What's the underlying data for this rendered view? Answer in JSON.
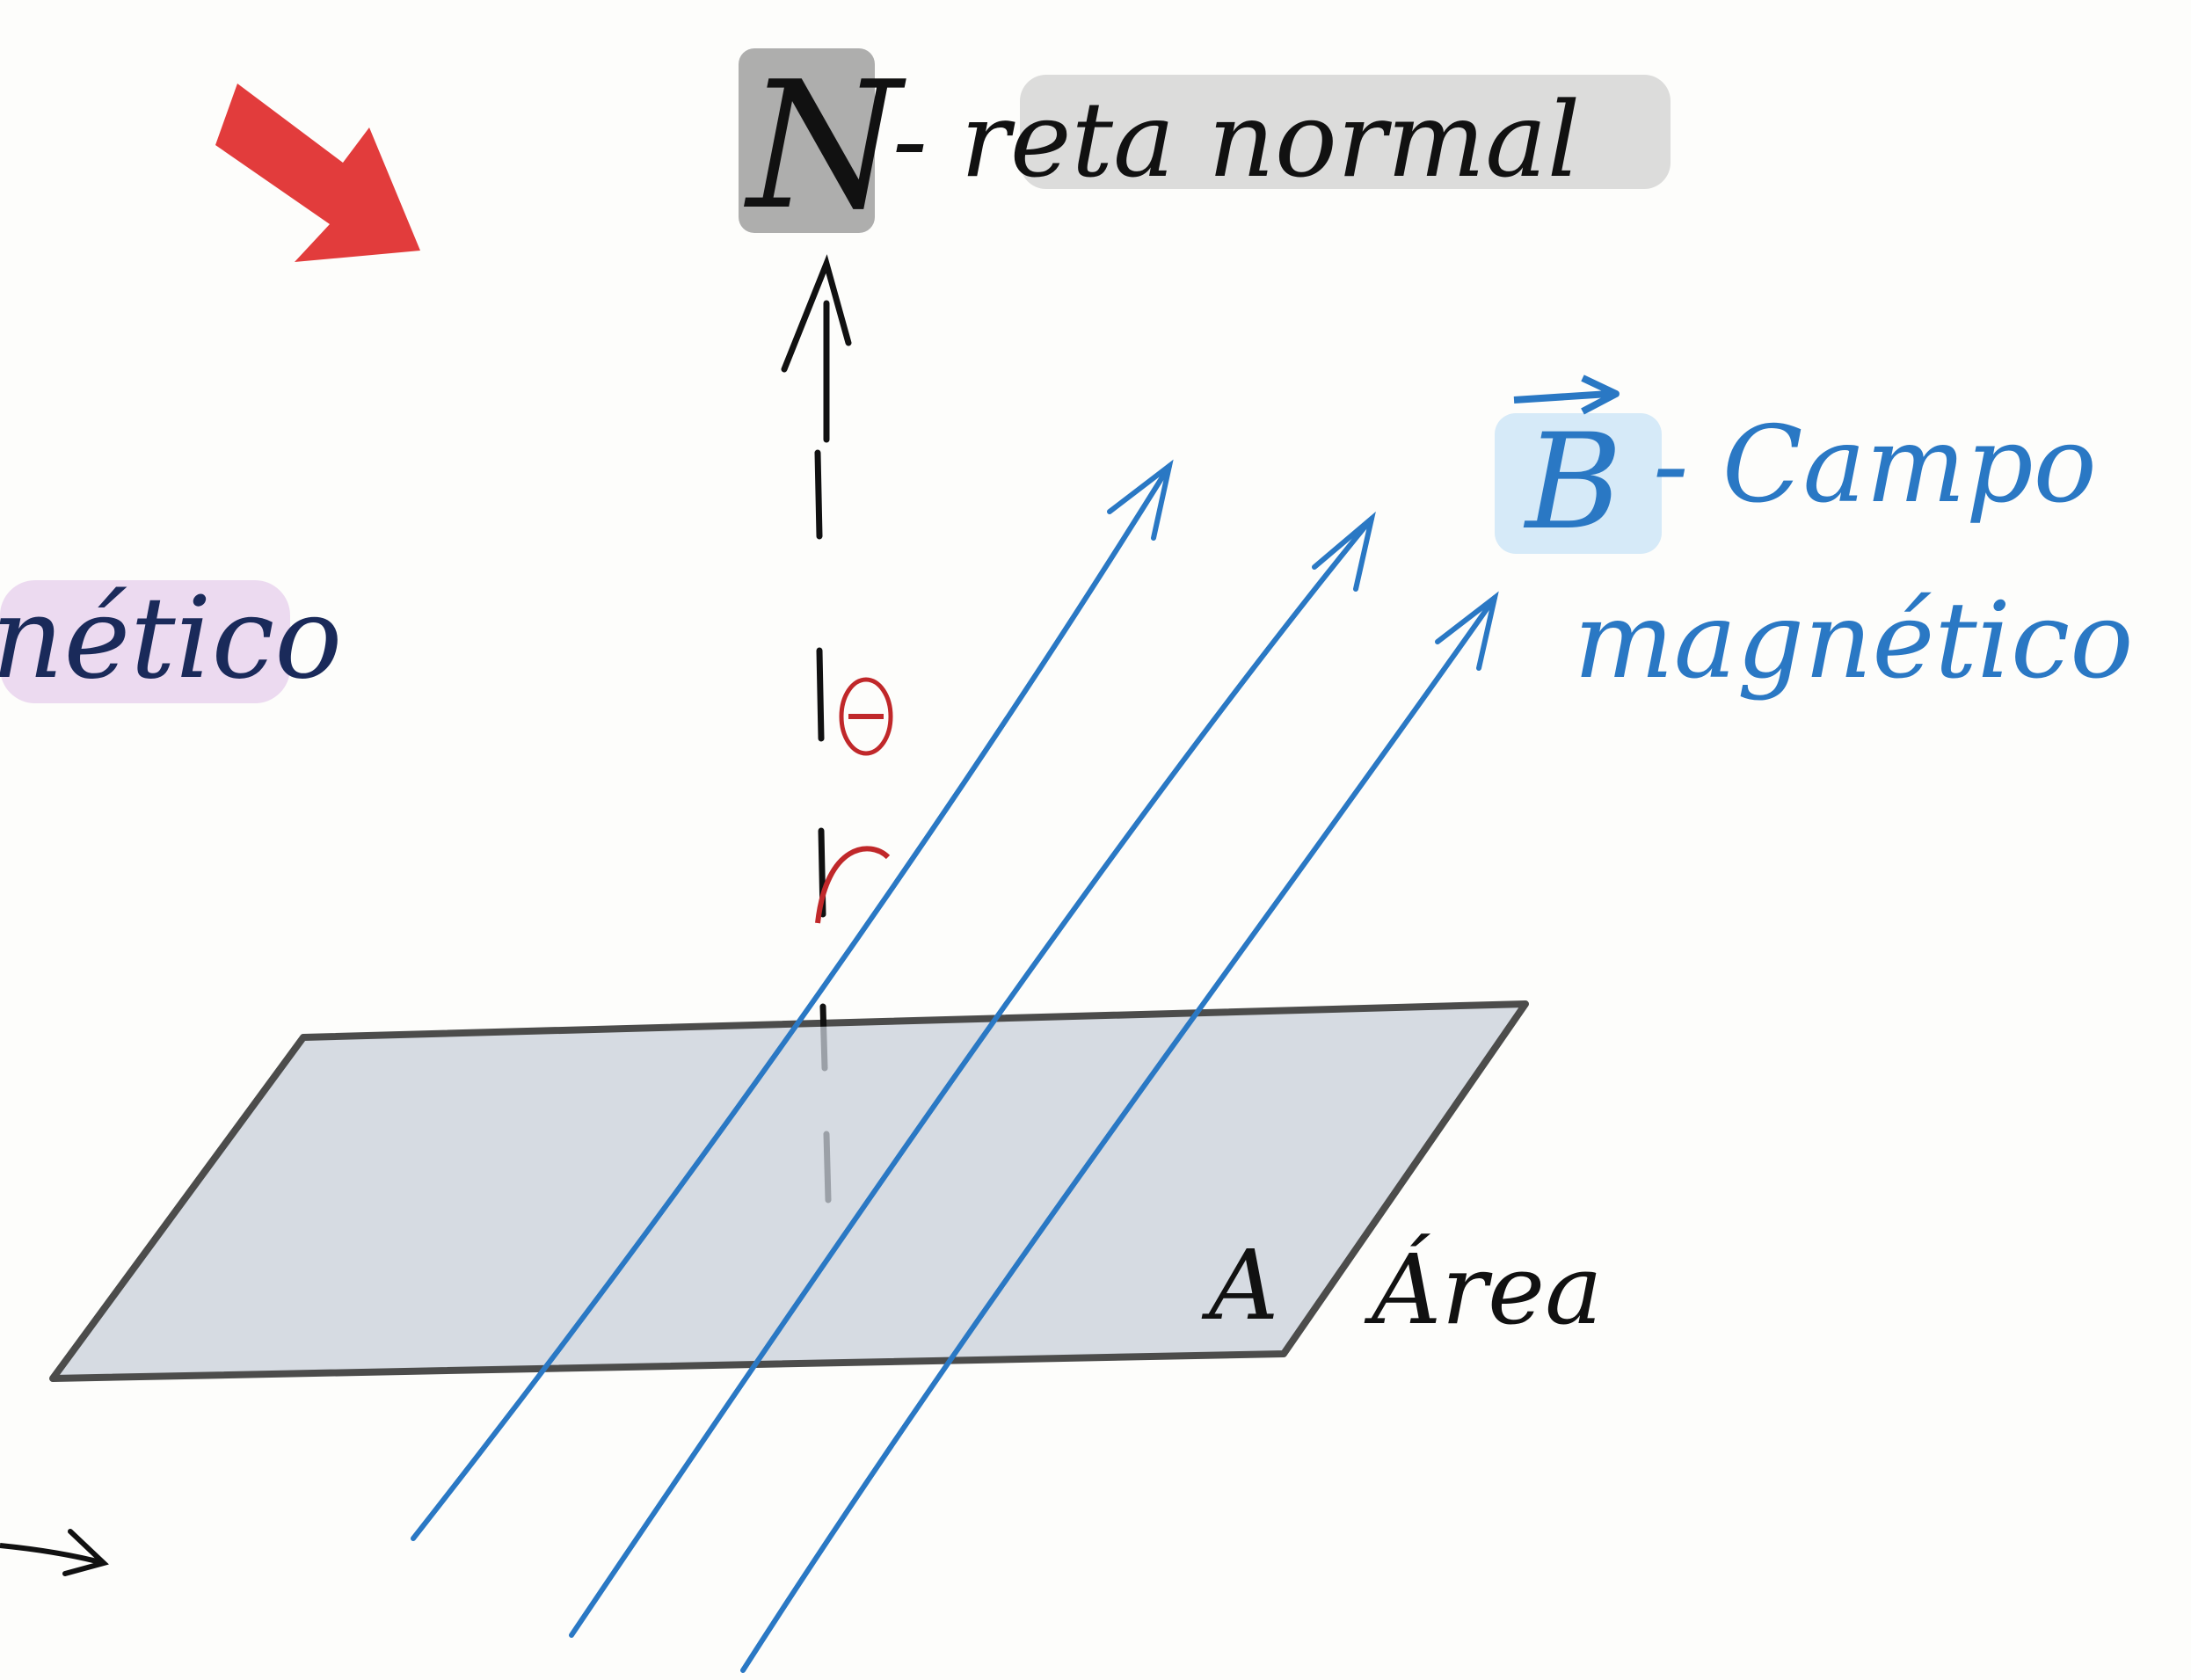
{
  "labels": {
    "normal_symbol": "N",
    "normal_text": "- reta normal",
    "field_symbol": "B",
    "field_text_line1": "- Campo",
    "field_text_line2": "magnético",
    "left_fragment": "nético",
    "angle_symbol": "θ",
    "area_symbol": "A",
    "area_text": "Área"
  },
  "colors": {
    "ink": "#111111",
    "field_lines": "#2a78c4",
    "field_highlight": "#cfe6f7",
    "normal_highlight": "#9a9a9a",
    "left_highlight": "#e6cdec",
    "angle": "#c0282a",
    "red_arrow": "#e02b2b",
    "plane_fill": "#c9d0da"
  },
  "icons": {
    "red_arrow": "down-right-arrow-icon",
    "small_arrow": "right-arrow-icon"
  }
}
